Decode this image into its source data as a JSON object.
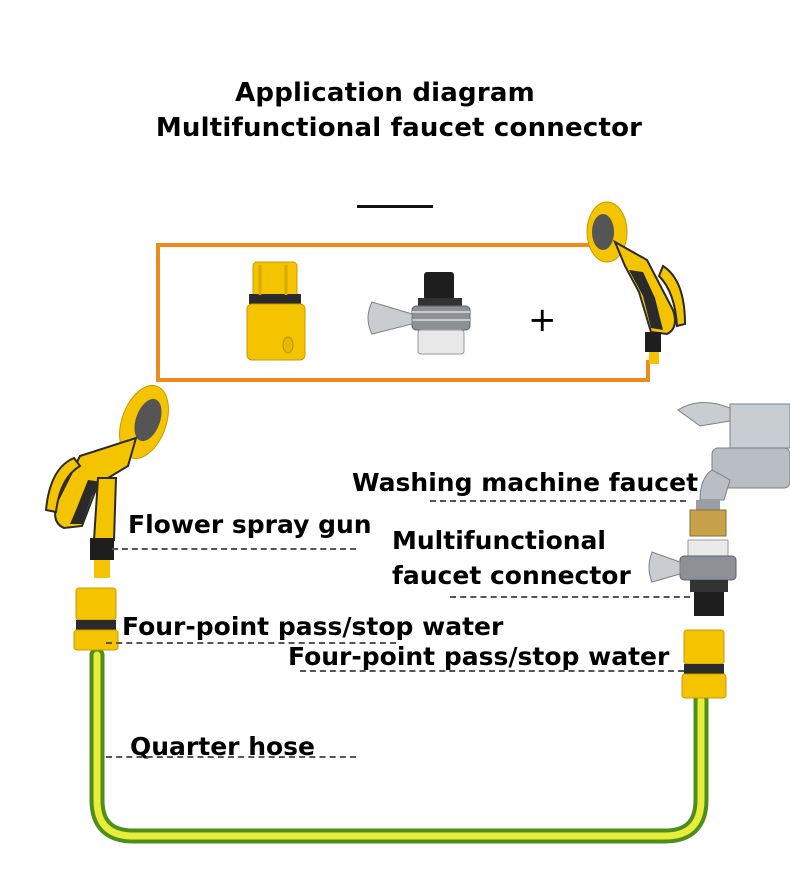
{
  "title": {
    "line1": "Application diagram",
    "line2": "Multifunctional faucet connector"
  },
  "panel": {
    "plus_symbol": "+"
  },
  "labels": {
    "washing_machine_faucet": "Washing machine faucet",
    "flower_spray_gun": "Flower spray gun",
    "connector_line1": "Multifunctional",
    "connector_line2": "faucet connector",
    "pass_stop_left": "Four-point pass/stop water",
    "pass_stop_right": "Four-point pass/stop water",
    "quarter_hose": "Quarter hose"
  },
  "colors": {
    "accent_orange": "#F08A1C",
    "product_yellow": "#F5C400",
    "hose_green": "#4E8E1A",
    "hose_yellow": "#E8EC3A",
    "chrome": "#B9BEC4"
  }
}
